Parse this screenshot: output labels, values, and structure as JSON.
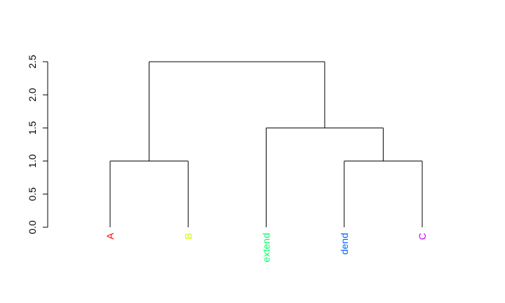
{
  "chart_data": {
    "type": "dendrogram",
    "leaves": [
      {
        "label": "A",
        "color": "#FF0000"
      },
      {
        "label": "B",
        "color": "#CCFF00"
      },
      {
        "label": "extend",
        "color": "#00FF66"
      },
      {
        "label": "dend",
        "color": "#0066FF"
      },
      {
        "label": "C",
        "color": "#CC00FF"
      }
    ],
    "merges": [
      {
        "left": "A",
        "right": "B",
        "height": 1.0
      },
      {
        "left": "dend",
        "right": "C",
        "height": 1.0
      },
      {
        "left": "extend",
        "right": "dend+C",
        "height": 1.5
      },
      {
        "left": "A+B",
        "right": "extend+dend+C",
        "height": 2.5
      }
    ],
    "y_ticks": [
      "0.0",
      "0.5",
      "1.0",
      "1.5",
      "2.0",
      "2.5"
    ],
    "ylim": [
      0,
      2.5
    ],
    "line_color": "#000000"
  }
}
